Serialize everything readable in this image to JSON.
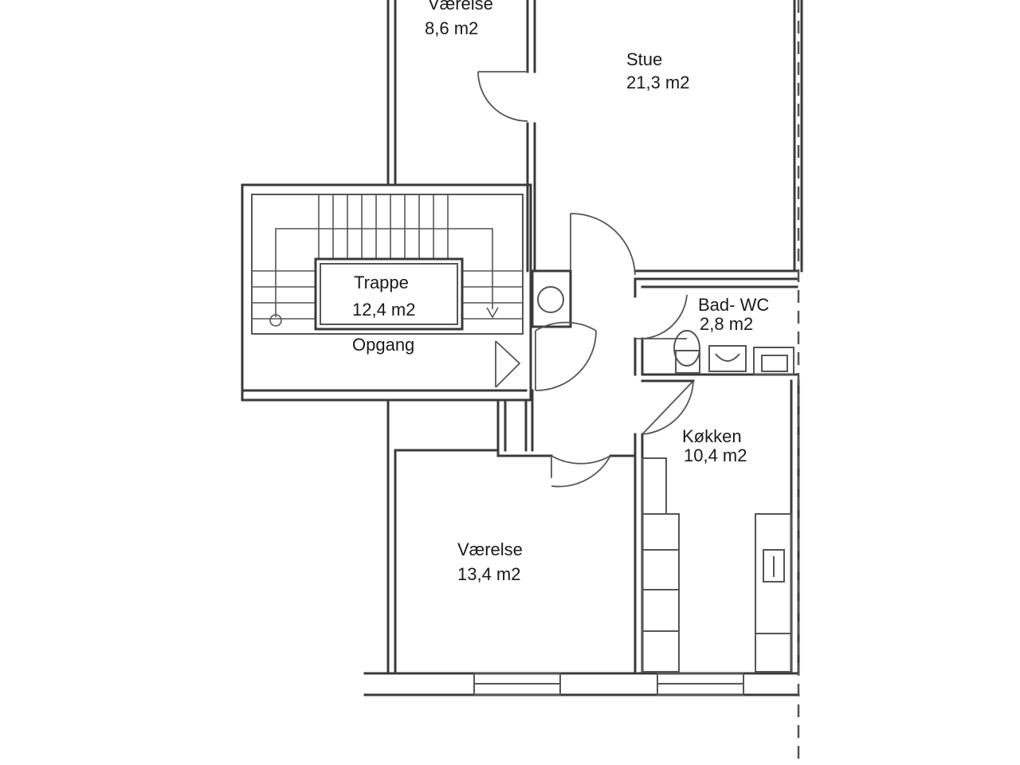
{
  "rooms": {
    "vaerelse_top": {
      "name": "Værelse",
      "area": "8,6 m2"
    },
    "stue": {
      "name": "Stue",
      "area": "21,3 m2"
    },
    "trappe": {
      "name": "Trappe",
      "area": "12,4 m2"
    },
    "opgang": {
      "name": "Opgang"
    },
    "bad_wc": {
      "name": "Bad- WC",
      "area": "2,8 m2"
    },
    "kokken": {
      "name": "Køkken",
      "area": "10,4 m2"
    },
    "vaerelse_bottom": {
      "name": "Værelse",
      "area": "13,4 m2"
    }
  },
  "colors": {
    "line": "#3a3a3a",
    "background": "#ffffff",
    "text": "#1a1a1a"
  }
}
